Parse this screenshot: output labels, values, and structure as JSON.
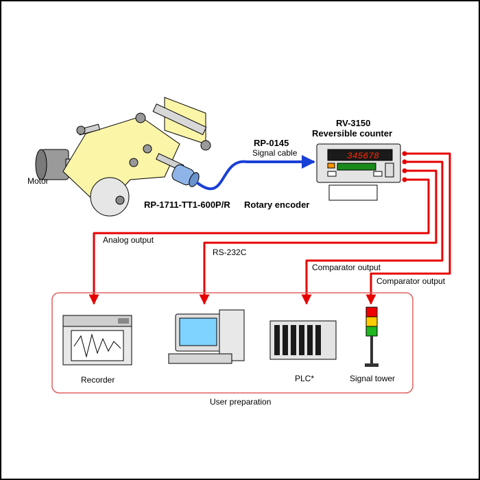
{
  "labels": {
    "motor": "Motor",
    "encoder_model": "RP-1711-TT1-600P/R",
    "encoder_name": "Rotary encoder",
    "cable_model": "RP-0145",
    "cable_name": "Signal cable",
    "counter_model": "RV-3150",
    "counter_name": "Reversible counter",
    "display_value": "345678",
    "analog_output": "Analog output",
    "rs232c": "RS-232C",
    "comparator_output_1": "Comparator output",
    "comparator_output_2": "Comparator output",
    "recorder": "Recorder",
    "plc": "PLC*",
    "signal_tower": "Signal tower",
    "user_preparation": "User preparation"
  },
  "colors": {
    "frame_border": "#000000",
    "signal_cable": "#1a3fd6",
    "output_line": "#e60000",
    "user_box": "#e06060",
    "paper": "#fbf5a8",
    "encoder": "#8fb5e8",
    "counter_display": "#ff2a00"
  },
  "icons": [
    "motor-icon",
    "rotary-encoder-icon",
    "counter-icon",
    "recorder-icon",
    "computer-icon",
    "plc-icon",
    "signal-tower-icon"
  ]
}
